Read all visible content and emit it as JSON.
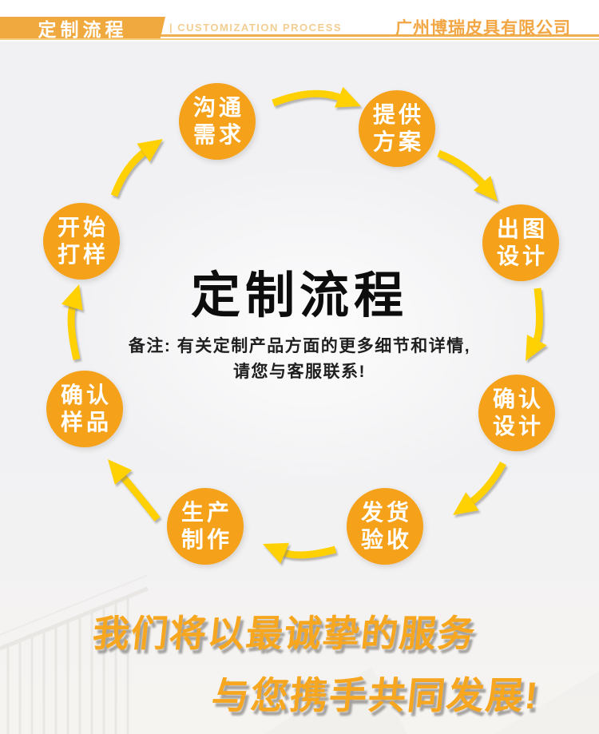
{
  "header": {
    "badge_label": "定制流程",
    "subtitle_en": "| CUSTOMIZATION PROCESS",
    "company": "广州博瑞皮具有限公司"
  },
  "center": {
    "title": "定制流程",
    "note_line1": "备注: 有关定制产品方面的更多细节和详情,",
    "note_line2": "请您与客服联系!"
  },
  "steps": [
    {
      "line1": "沟通",
      "line2": "需求"
    },
    {
      "line1": "提供",
      "line2": "方案"
    },
    {
      "line1": "出图",
      "line2": "设计"
    },
    {
      "line1": "确认",
      "line2": "设计"
    },
    {
      "line1": "发货",
      "line2": "验收"
    },
    {
      "line1": "生产",
      "line2": "制作"
    },
    {
      "line1": "确认",
      "line2": "样品"
    },
    {
      "line1": "开始",
      "line2": "打样"
    }
  ],
  "footer": {
    "slogan_line1": "我们将以最诚挚的服务",
    "slogan_line2": "与您携手共同发展!"
  },
  "colors": {
    "circle_orange": "#F5A119",
    "arrow_yellow": "#FFD103",
    "header_amber": "#F0A93E",
    "header_subtitle_pale": "#F2CE92",
    "company_amber": "#F2A644",
    "slogan_orange": "#F7A71F",
    "title_black": "#0D0D0D",
    "background_gray": "#F1F1F3"
  }
}
